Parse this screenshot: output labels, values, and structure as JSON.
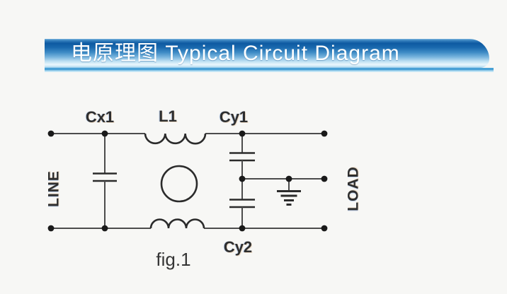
{
  "page": {
    "background_color": "#f7f7f5"
  },
  "header": {
    "title": "电原理图 Typical Circuit Diagram",
    "colors": {
      "gradient_dark_blue": "#0e5aa2",
      "gradient_mid_blue": "#3f8cc6",
      "gradient_light_blue": "#eaf7fd",
      "underline_blue": "#49a1d6",
      "title_text": "#ffffff"
    }
  },
  "diagram": {
    "caption": "fig.1",
    "left_terminal_label": "LINE",
    "right_terminal_label": "LOAD",
    "labels": {
      "cx1": "Cx1",
      "l1": "L1",
      "cy1": "Cy1",
      "cy2": "Cy2"
    },
    "colors": {
      "wire": "#4c4c4c",
      "component": "#2b2b2b",
      "label_text": "#2e2e2e"
    }
  }
}
